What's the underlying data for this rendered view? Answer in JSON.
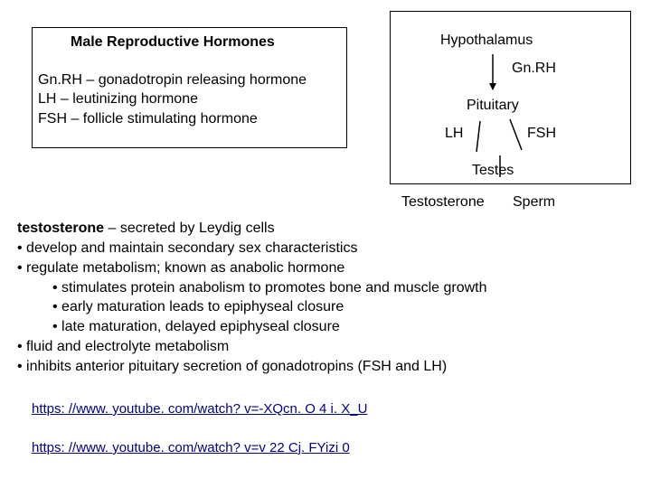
{
  "definitions": {
    "title": "Male Reproductive Hormones",
    "lines": [
      "Gn.RH – gonadotropin releasing hormone",
      "LH – leutinizing hormone",
      "FSH – follicle stimulating hormone"
    ]
  },
  "flowchart": {
    "hypothalamus": "Hypothalamus",
    "gnrh": "Gn.RH",
    "pituitary": "Pituitary",
    "lh": "LH",
    "fsh": "FSH",
    "testes": "Testes",
    "testosterone": "Testosterone",
    "sperm": "Sperm"
  },
  "content": {
    "heading_bold": "testosterone",
    "heading_rest": " – secreted by Leydig cells",
    "bullets": [
      "• develop and maintain secondary sex characteristics",
      "• regulate metabolism; known as anabolic hormone",
      "• stimulates protein anabolism to promotes bone and muscle growth",
      "• early maturation leads to epiphyseal closure",
      "• late maturation, delayed epiphyseal closure",
      "• fluid and electrolyte metabolism",
      "• inhibits anterior pituitary secretion of gonadotropins (FSH and LH)"
    ]
  },
  "links": [
    "https: //www. youtube. com/watch? v=-XQcn. O 4 i. X_U",
    "https: //www. youtube. com/watch? v=v 22 Cj. FYizi 0"
  ]
}
